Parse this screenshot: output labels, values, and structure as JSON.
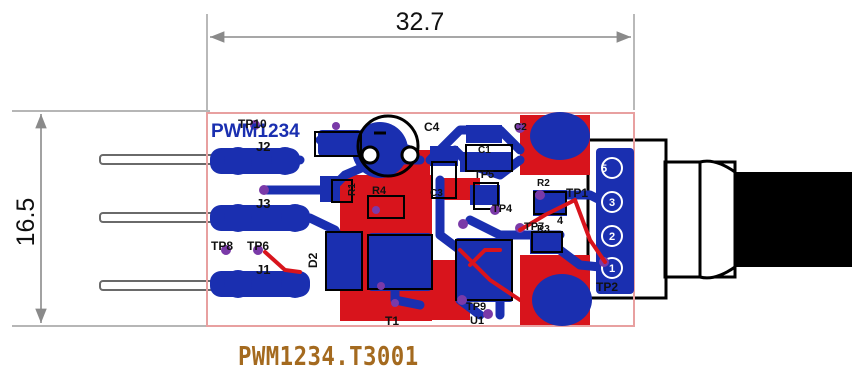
{
  "dimensions": {
    "width": "32.7",
    "height": "16.5"
  },
  "board": {
    "name": "PWM1234",
    "reference": "PWM1234.T3001"
  },
  "labels": {
    "j1": "J1",
    "j2": "J2",
    "j3": "J3",
    "d2": "D2",
    "c4": "C4",
    "c2": "C2",
    "c1": "C1",
    "c3": "C3",
    "r1": "R1",
    "r2": "R2",
    "r3": "R3",
    "r4": "R4",
    "t1": "T1",
    "u1": "U1",
    "tp10": "TP10",
    "tp8": "TP8",
    "tp6": "TP6",
    "tp1": "TP1",
    "tp2": "TP2",
    "tp4": "TP4",
    "tp5": "TP5",
    "tp7": "TP7",
    "tp9": "TP9",
    "pin1": "1",
    "pin2": "2",
    "pin3": "3",
    "pin4": "4",
    "pin5": "5"
  },
  "colors": {
    "outline": "#e8a0a0",
    "copper_top": "#d8141c",
    "copper_bottom": "#1a2fb0",
    "via": "#7a3aa8",
    "pins": "#707070",
    "cable": "#000000",
    "dimension": "#8a8a8a"
  }
}
